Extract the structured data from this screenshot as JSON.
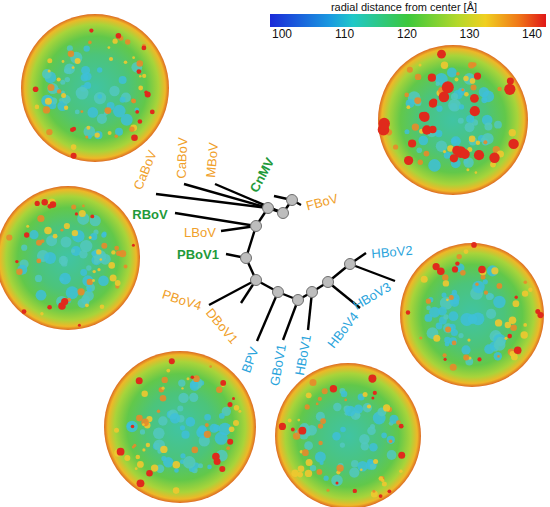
{
  "diagram": {
    "labels": [
      "radial distance from center [Å]",
      "100",
      "110",
      "120",
      "130",
      "140",
      "CaBoV",
      "CaBoV",
      "MBoV",
      "RBoV",
      "CnMV",
      "FBoV",
      "LBoV",
      "PBoV1",
      "PBoV4",
      "DBoV1",
      "BPV",
      "GBoV1",
      "HBoV1",
      "HBoV4",
      "HBoV3",
      "HBoV2"
    ]
  }
}
